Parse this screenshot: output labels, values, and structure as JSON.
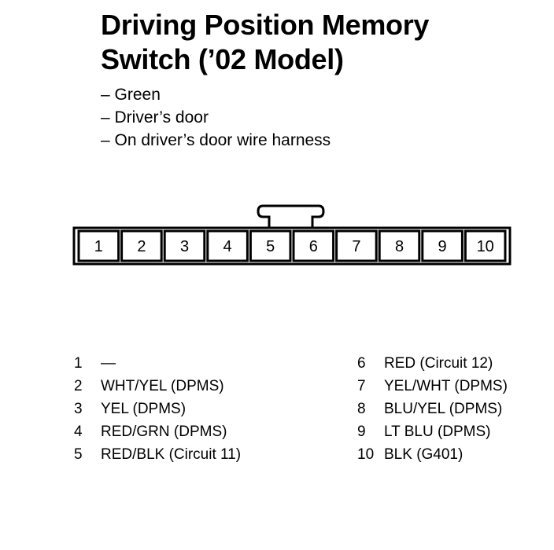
{
  "title": {
    "line1": "Driving Position Memory",
    "line2": "Switch (’02 Model)"
  },
  "notes": [
    "Green",
    "Driver’s door",
    "On driver’s door wire harness"
  ],
  "connector": {
    "pins": [
      "1",
      "2",
      "3",
      "4",
      "5",
      "6",
      "7",
      "8",
      "9",
      "10"
    ]
  },
  "pinout_left": [
    {
      "num": "1",
      "desc": "—"
    },
    {
      "num": "2",
      "desc": "WHT/YEL (DPMS)"
    },
    {
      "num": "3",
      "desc": "YEL (DPMS)"
    },
    {
      "num": "4",
      "desc": "RED/GRN (DPMS)"
    },
    {
      "num": "5",
      "desc": "RED/BLK (Circuit 11)"
    }
  ],
  "pinout_right": [
    {
      "num": "6",
      "desc": "RED (Circuit 12)"
    },
    {
      "num": "7",
      "desc": "YEL/WHT (DPMS)"
    },
    {
      "num": "8",
      "desc": "BLU/YEL (DPMS)"
    },
    {
      "num": "9",
      "desc": "LT BLU (DPMS)"
    },
    {
      "num": "10",
      "desc": "BLK (G401)"
    }
  ]
}
